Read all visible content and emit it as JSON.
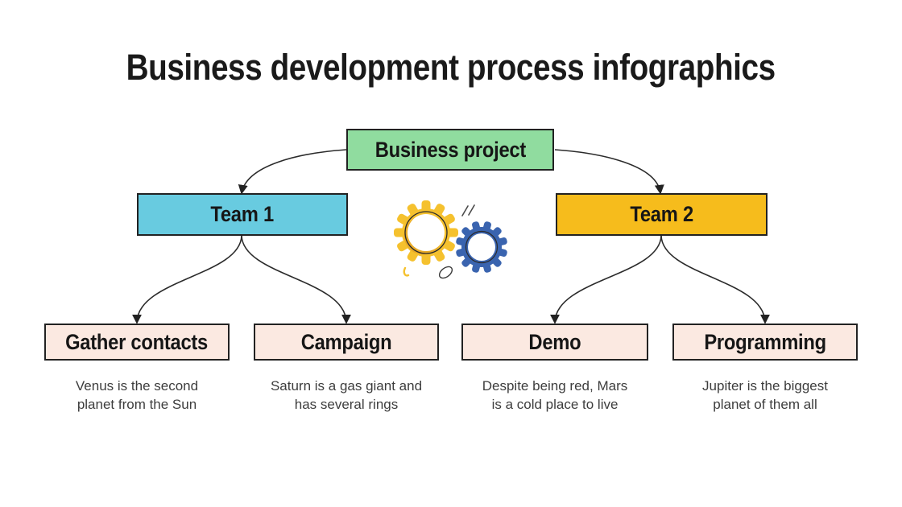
{
  "title": "Business development process infographics",
  "root": {
    "label": "Business project"
  },
  "teams": [
    {
      "label": "Team 1"
    },
    {
      "label": "Team 2"
    }
  ],
  "leaves": [
    {
      "label": "Gather contacts",
      "caption": [
        "Venus is the second",
        "planet from the Sun"
      ]
    },
    {
      "label": "Campaign",
      "caption": [
        "Saturn is a gas giant and",
        "has several rings"
      ]
    },
    {
      "label": "Demo",
      "caption": [
        "Despite being red, Mars",
        "is a cold place to live"
      ]
    },
    {
      "label": "Programming",
      "caption": [
        "Jupiter is the biggest",
        "planet of them all"
      ]
    }
  ],
  "icons": {
    "center_illustration": "gears-icon"
  },
  "colors": {
    "root_fill": "#90DC9F",
    "team1_fill": "#68CBE0",
    "team2_fill": "#F6BC1C",
    "leaf_fill": "#FBE9E1",
    "border": "#222222",
    "line": "#2b2b2b",
    "gear_yellow": "#F5C12E",
    "gear_yellow_shade": "#E9AB27",
    "gear_blue": "#3A64AF",
    "title_color": "#1a1a1a",
    "caption_color": "#3d3d3d"
  }
}
